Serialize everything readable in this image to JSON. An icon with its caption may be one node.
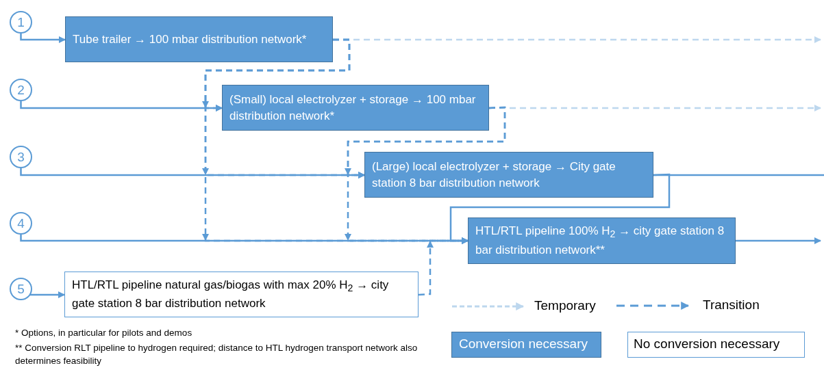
{
  "diagram": {
    "nodes": [
      {
        "text": [
          "1"
        ]
      },
      {
        "text": [
          "2"
        ]
      },
      {
        "text": [
          "3"
        ]
      },
      {
        "text": [
          "4"
        ]
      },
      {
        "text": [
          "5"
        ]
      },
      {
        "text": [
          "Tube trailer → 100 mbar distribution network*"
        ]
      },
      {
        "text": [
          "(Small) local electrolyzer + storage → 100 mbar distribution network*"
        ]
      },
      {
        "text": [
          "(Large) local electrolyzer + storage → City gate station 8 bar distribution network"
        ]
      },
      {
        "text": [
          "HTL/RTL pipeline 100% H$_{2}$ → city gate station 8 bar distribution network**"
        ]
      },
      {
        "text": [
          "HTL/RTL pipeline natural gas/biogas with max 20% H$_{2}$ → city gate station 8 bar distribution network"
        ]
      }
    ],
    "edges": [
      {
        "from": 0,
        "to": 5,
        "arrow": "to"
      },
      {
        "from": 1,
        "to": 6,
        "arrow": "to"
      },
      {
        "from": 2,
        "to": 7,
        "arrow": "to"
      },
      {
        "from": 3,
        "to": 8,
        "arrow": "to"
      },
      {
        "from": 4,
        "to": 9,
        "arrow": "to"
      },
      {
        "from": 5,
        "to": null,
        "arrow": "to",
        "style": "dashed",
        "color": "#bdd7ee"
      },
      {
        "from": 5,
        "to": 6,
        "arrow": "to",
        "style": "dashed"
      },
      {
        "from": 5,
        "to": 7,
        "arrow": "to",
        "style": "dashed"
      },
      {
        "from": 5,
        "to": 8,
        "arrow": "to",
        "style": "dashed"
      },
      {
        "from": 6,
        "to": null,
        "arrow": "to",
        "style": "dashed",
        "color": "#bdd7ee"
      },
      {
        "from": 6,
        "to": 7,
        "arrow": "to",
        "style": "dashed"
      },
      {
        "from": 6,
        "to": 8,
        "arrow": "to",
        "style": "dashed"
      },
      {
        "from": 7,
        "to": null,
        "arrow": "none"
      },
      {
        "from": 7,
        "to": 8,
        "arrow": "to"
      },
      {
        "from": 8,
        "to": null,
        "arrow": "to"
      },
      {
        "from": 9,
        "to": 8,
        "arrow": "to",
        "style": "dashed"
      }
    ],
    "labels": [
      "* Options, in particular for pilots and demos",
      "** Conversion RLT pipeline to hydrogen required; distance to HTL hydrogen transport network also determines feasibility"
    ],
    "legend": [
      {
        "text": "Temporary"
      },
      {
        "text": "Transition"
      },
      {
        "text": "Conversion necessary",
        "color": "#5b9bd5"
      },
      {
        "text": "No conversion necessary",
        "color": "#ffffff"
      }
    ]
  }
}
